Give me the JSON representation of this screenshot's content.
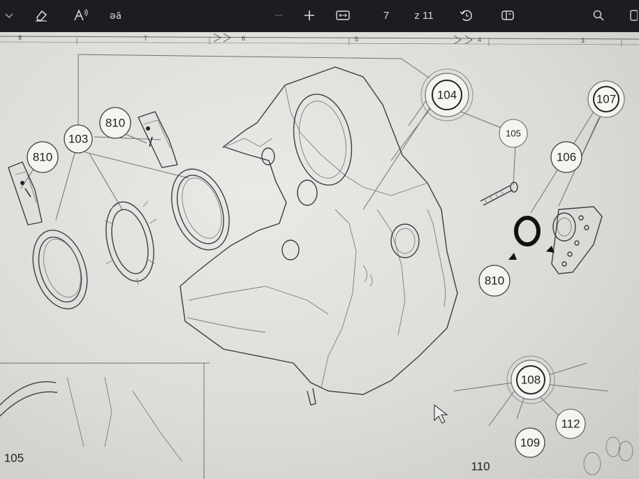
{
  "toolbar": {
    "zoom": "z 11",
    "page": "7",
    "icons": [
      "eraser-icon",
      "text-size-icon",
      "language-icon",
      "add-icon",
      "fit-width-icon",
      "rotate-icon",
      "page-layout-icon",
      "search-icon"
    ]
  },
  "ruler": {
    "marks": [
      "8",
      "7",
      "6",
      "5",
      "4",
      "3"
    ]
  },
  "callouts": [
    {
      "id": "c104",
      "label": "104",
      "style": "double"
    },
    {
      "id": "c107",
      "label": "107",
      "style": "double"
    },
    {
      "id": "c103",
      "label": "103",
      "style": "single"
    },
    {
      "id": "c810a",
      "label": "810",
      "style": "single"
    },
    {
      "id": "c810b",
      "label": "810",
      "style": "single"
    },
    {
      "id": "c810c",
      "label": "810",
      "style": "single"
    },
    {
      "id": "c105",
      "label": "105",
      "style": "single"
    },
    {
      "id": "c106",
      "label": "106",
      "style": "single"
    },
    {
      "id": "c108",
      "label": "108",
      "style": "double"
    },
    {
      "id": "c109",
      "label": "109",
      "style": "single"
    },
    {
      "id": "c112",
      "label": "112",
      "style": "single"
    },
    {
      "id": "c110",
      "label": "110",
      "style": "plain"
    },
    {
      "id": "c105b",
      "label": "105",
      "style": "plain"
    }
  ]
}
